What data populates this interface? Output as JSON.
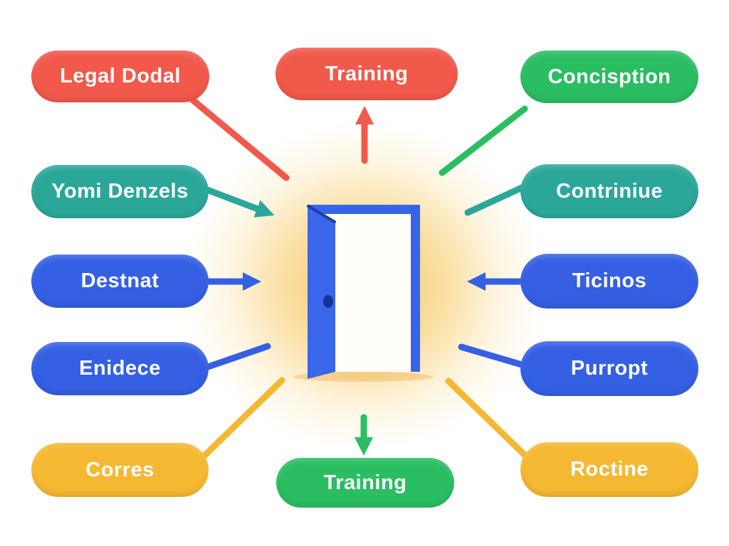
{
  "palette": {
    "red": "#F1594B",
    "green": "#2BBD62",
    "teal": "#2BA79A",
    "blue": "#3560E4",
    "yellow": "#F5B832",
    "door_frame_blue": "#3565E9",
    "door_panel_blue": "#3A66EC",
    "door_edge_dark": "#1C3CA6",
    "door_knob_blue": "#16329B",
    "door_interior": "#FFFEF9",
    "under_door_shadow": "rgba(240,170,70,0.40)",
    "glow_yellow": "#F6C35C",
    "label_text": "#FFFFFF",
    "background": "#FFFFFF"
  },
  "diagram": {
    "center_figure": "open-door",
    "nodes": [
      {
        "label": "Legal Dodal",
        "color_key": "red",
        "position": "top-left",
        "connector": "line-toward-center"
      },
      {
        "label": "Training",
        "color_key": "red",
        "position": "top-center",
        "connector": "arrow-pointing-to-node"
      },
      {
        "label": "Concisption",
        "color_key": "green",
        "position": "top-right",
        "connector": "line-toward-center"
      },
      {
        "label": "Yomi Denzels",
        "color_key": "teal",
        "position": "upper-left",
        "connector": "arrow-pointing-to-center"
      },
      {
        "label": "Contriniue",
        "color_key": "teal",
        "position": "upper-right",
        "connector": "line-toward-center"
      },
      {
        "label": "Destnat",
        "color_key": "blue",
        "position": "middle-left",
        "connector": "arrow-pointing-to-center"
      },
      {
        "label": "Ticinos",
        "color_key": "blue",
        "position": "middle-right",
        "connector": "arrow-pointing-to-center"
      },
      {
        "label": "Enidece",
        "color_key": "blue",
        "position": "lower-left",
        "connector": "line-toward-center"
      },
      {
        "label": "Purropt",
        "color_key": "blue",
        "position": "lower-right",
        "connector": "line-toward-center"
      },
      {
        "label": "Corres",
        "color_key": "yellow",
        "position": "bottom-left",
        "connector": "line-toward-center"
      },
      {
        "label": "Training",
        "color_key": "green",
        "position": "bottom-center",
        "connector": "arrow-pointing-to-node"
      },
      {
        "label": "Roctine",
        "color_key": "yellow",
        "position": "bottom-right",
        "connector": "line-toward-center"
      }
    ]
  }
}
